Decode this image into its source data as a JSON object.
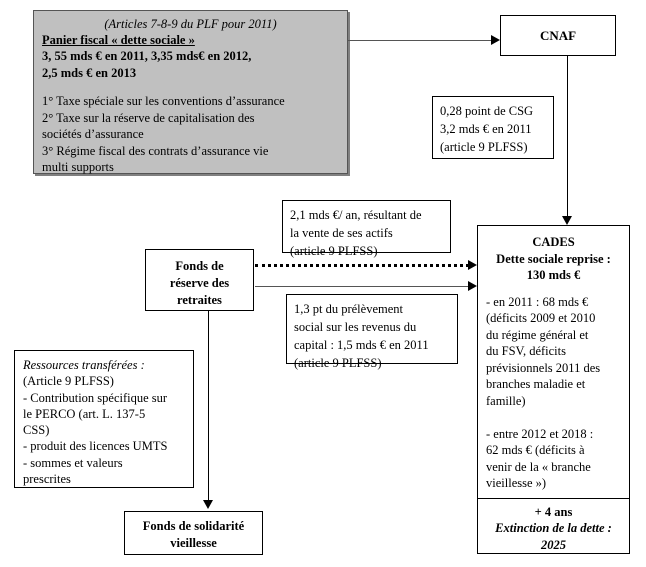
{
  "diagram": {
    "title": "Schema financement dette sociale PLF PLFSS 2011",
    "nodes": {
      "panier": {
        "header_italic": "(Articles 7-8-9 du PLF pour 2011)",
        "header_underlined": "Panier fiscal « dette sociale »",
        "header_bold": "3, 55 mds € en 2011, 3,35 mds€ en 2012,\n2,5 mds € en 2013",
        "body": "1° Taxe spéciale sur les conventions d’assurance\n2° Taxe sur la réserve de capitalisation des\nsociétés d’assurance\n3° Régime fiscal des contrats d’assurance vie\nmulti supports"
      },
      "cnaf": {
        "label": "CNAF"
      },
      "frr": {
        "label": "Fonds de\nréserve des\nretraites"
      },
      "fsv": {
        "label": "Fonds de solidarité\nvieillesse"
      },
      "cades": {
        "header": "CADES\nDette sociale reprise :\n130 mds €",
        "body": "- en 2011 : 68 mds €\n(déficits 2009 et 2010\ndu régime général et\ndu FSV, déficits\nprévisionnels 2011 des\nbranches maladie et\nfamille)\n\n- entre 2012 et 2018 :\n62 mds € (déficits à\nvenir de la « branche\nvieillesse »)",
        "footer_bold": "+ 4 ans",
        "footer_italic": "Extinction de la dette :\n2025"
      },
      "ressources": {
        "header_italic": "Ressources transférées :",
        "body": "(Article 9 PLFSS)\n- Contribution spécifique sur\nle PERCO (art. L. 137-5\nCSS)\n- produit des licences UMTS\n- sommes et valeurs\nprescrites"
      }
    },
    "annotations": {
      "csg": "0,28 point de CSG\n3,2 mds € en 2011\n(article 9 PLFSS)",
      "actifs": "2,1 mds €/ an, résultant de\nla vente de ses actifs\n(article 9 PLFSS)",
      "prelevement": "1,3 pt du prélèvement\nsocial sur les revenus du\ncapital : 1,5 mds € en 2011\n(article 9 PLFSS)"
    },
    "colors": {
      "panier_fill": "#c0c0c0",
      "border": "#000000",
      "background": "#ffffff"
    }
  }
}
